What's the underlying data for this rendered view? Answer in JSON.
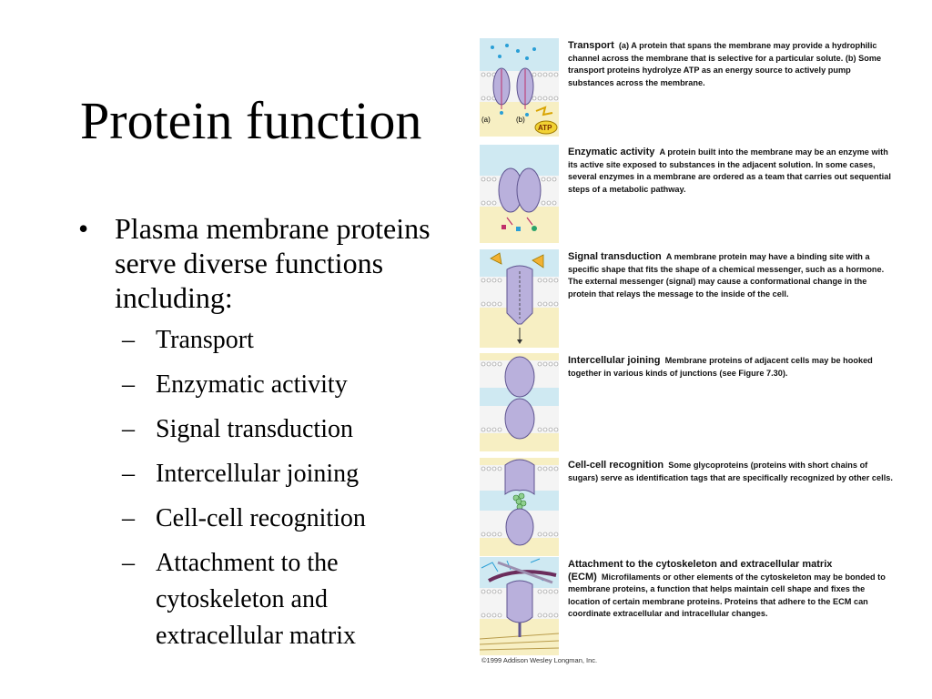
{
  "slide": {
    "title": "Protein function",
    "bullet": "Plasma membrane proteins serve diverse functions including:",
    "sub_items": [
      "Transport",
      "Enzymatic activity",
      "Signal transduction",
      "Intercellular joining",
      "Cell-cell recognition",
      "Attachment to the cytoskeleton and extracellular matrix"
    ]
  },
  "figure": {
    "panels": [
      {
        "heading": "Transport",
        "text": "(a) A protein that spans the membrane may provide a hydrophilic channel across the membrane that is selective for a particular solute. (b) Some transport proteins hydrolyze ATP as an energy source to actively pump substances across the membrane."
      },
      {
        "heading": "Enzymatic activity",
        "text": "A protein built into the membrane may be an enzyme with its active site exposed to substances in the adjacent solution. In some cases, several enzymes in a membrane are ordered as a team that carries out sequential steps of a metabolic pathway."
      },
      {
        "heading": "Signal transduction",
        "text": "A membrane protein may have a binding site with a specific shape that fits the shape of a chemical messenger, such as a hormone. The external messenger (signal) may cause a conformational change in the protein that relays the message to the inside of the cell."
      },
      {
        "heading": "Intercellular joining",
        "text": "Membrane proteins of adjacent cells may be hooked together in various kinds of junctions (see Figure 7.30)."
      },
      {
        "heading": "Cell-cell recognition",
        "text": "Some glycoproteins (proteins with  short chains of sugars) serve as identification tags that are specifically recognized by other cells."
      },
      {
        "heading": "Attachment to the cytoskeleton and extracellular matrix (ECM)",
        "text": "Microfilaments or other elements of the cytoskeleton may be bonded to membrane proteins, a function that helps maintain cell shape and fixes the location of certain membrane proteins. Proteins that adhere to the ECM can coordinate extracellular and intracellular changes."
      }
    ],
    "labels": {
      "a": "(a)",
      "b": "(b)",
      "atp": "ATP"
    },
    "copyright": "©1999 Addison Wesley Longman, Inc.",
    "colors": {
      "protein": "#b9b0dc",
      "protein_stroke": "#5f5590",
      "outside": "#cfe9f2",
      "inside": "#f7efc3",
      "membrane_head": "#f4f4f4",
      "signal": "#f2b233",
      "sugar": "#8fd08f"
    }
  }
}
